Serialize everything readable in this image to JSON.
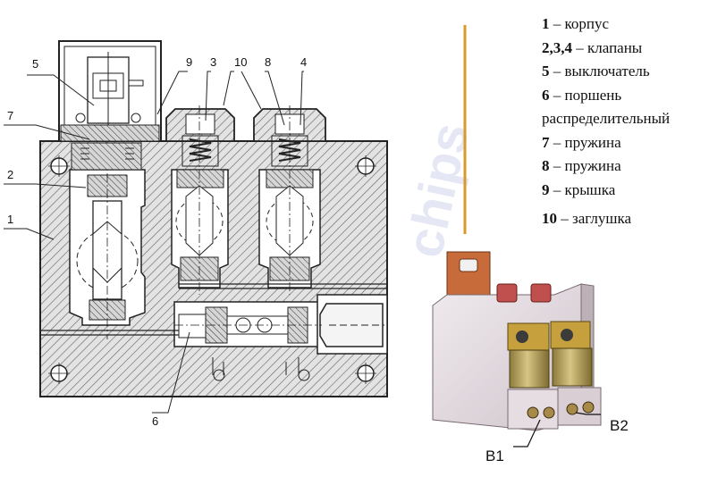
{
  "callouts": [
    "5",
    "9",
    "3",
    "10",
    "8",
    "4",
    "7",
    "2",
    "1",
    "6"
  ],
  "legend": [
    {
      "num": "1",
      "text": " – корпус"
    },
    {
      "num": "2,3,4",
      "text": " – клапаны"
    },
    {
      "num": "5",
      "text": " – выключатель"
    },
    {
      "num": "6",
      "text": " – поршень распределительный"
    },
    {
      "num": "7",
      "text": " – пружина"
    },
    {
      "num": "8",
      "text": " – пружина"
    },
    {
      "num": "9",
      "text": " – крышка"
    },
    {
      "num": "10",
      "text": " – заглушка"
    }
  ],
  "photo_labels": {
    "b1": "В1",
    "b2": "В2"
  },
  "watermark": "chips",
  "colors": {
    "body_fill": "#dcdcdc",
    "hatch": "#555555",
    "divider": "#d99a2b",
    "photo_block": "#e8e0e4",
    "coil": "#b8a15a",
    "cap_red": "#c0504d"
  }
}
